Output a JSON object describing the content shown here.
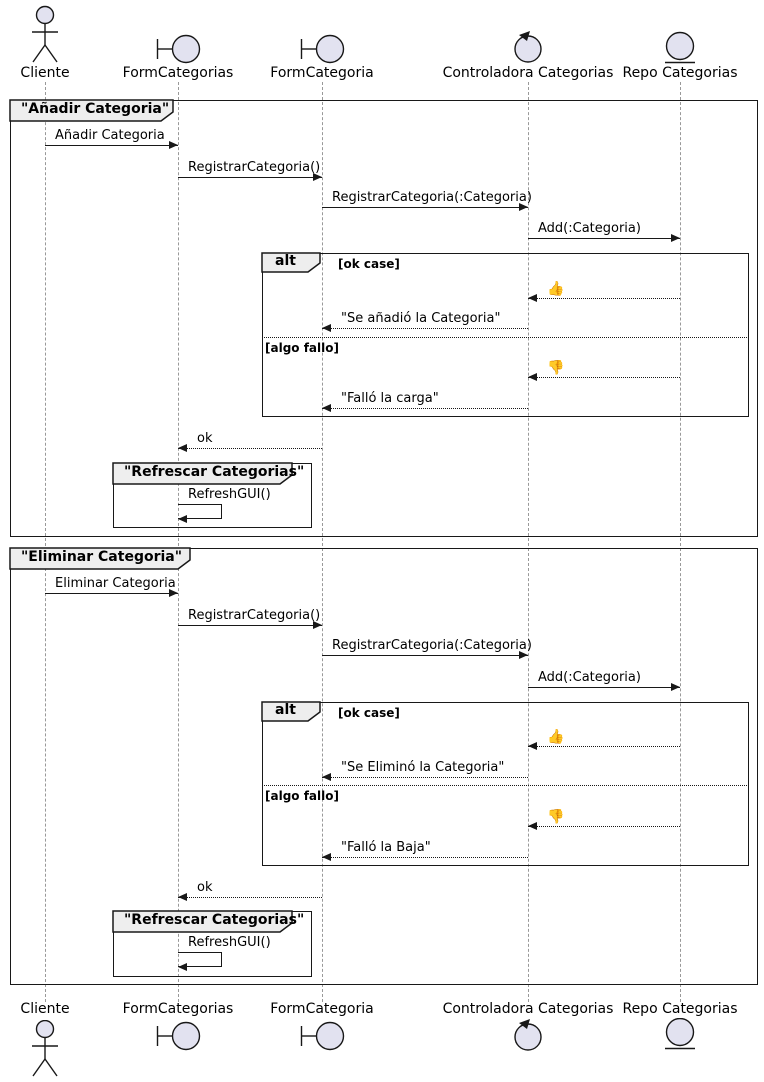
{
  "participants": [
    {
      "label": "Cliente",
      "type": "actor"
    },
    {
      "label": "FormCategorias",
      "type": "boundary"
    },
    {
      "label": "FormCategoria",
      "type": "boundary"
    },
    {
      "label": "Controladora Categorias",
      "type": "control"
    },
    {
      "label": "Repo Categorias",
      "type": "entity"
    }
  ],
  "frame1": {
    "title": "\"Añadir Categoria\"",
    "m1": "Añadir Categoria",
    "m2": "RegistrarCategoria()",
    "m3": "RegistrarCategoria(:Categoria)",
    "m4": "Add(:Categoria)",
    "alt": {
      "keyword": "alt",
      "guard_ok": "[ok case]",
      "thumb_up": "👍",
      "return_ok": "\"Se añadió la Categoria\"",
      "guard_fail": "[algo fallo]",
      "thumb_down": "👎",
      "return_fail": "\"Falló la carga\""
    },
    "ok": "ok",
    "refresh": {
      "title": "\"Refrescar Categorias\"",
      "call": "RefreshGUI()"
    }
  },
  "frame2": {
    "title": "\"Eliminar Categoria\"",
    "m1": "Eliminar Categoria",
    "m2": "RegistrarCategoria()",
    "m3": "RegistrarCategoria(:Categoria)",
    "m4": "Add(:Categoria)",
    "alt": {
      "keyword": "alt",
      "guard_ok": "[ok case]",
      "thumb_up": "👍",
      "return_ok": "\"Se Eliminó la Categoria\"",
      "guard_fail": "[algo fallo]",
      "thumb_down": "👎",
      "return_fail": "\"Falló la Baja\""
    },
    "ok": "ok",
    "refresh": {
      "title": "\"Refrescar Categorias\"",
      "call": "RefreshGUI()"
    }
  },
  "colors": {
    "participant_fill": "#E2E2F0",
    "stroke": "#181818",
    "frame_label_bg": "#EEEEEE",
    "lifeline": "#999999"
  }
}
